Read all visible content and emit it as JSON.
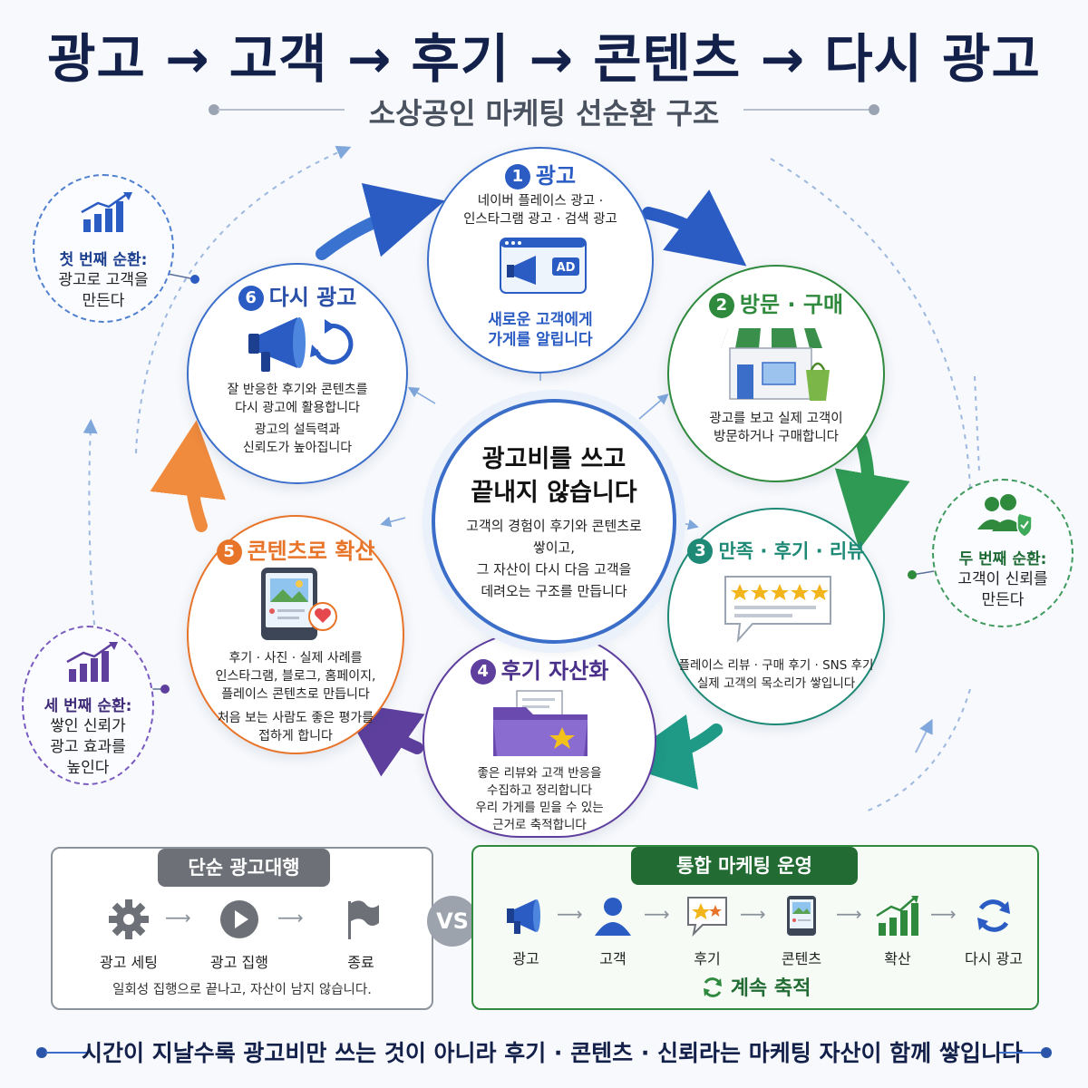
{
  "title": "광고 → 고객 → 후기 → 콘텐츠 → 다시 광고",
  "subtitle": "소상공인 마케팅 선순환 구조",
  "colors": {
    "navy": "#13204a",
    "blue": "#2a5cc4",
    "green": "#2f8a3e",
    "teal": "#1e8a76",
    "purple": "#5e3f9e",
    "orange": "#e8742a"
  },
  "center": {
    "title_line1": "광고비를 쓰고",
    "title_line2": "끝내지 않습니다",
    "desc_line1": "고객의 경험이 후기와 콘텐츠로",
    "desc_line2": "쌓이고,",
    "desc_line3": "그 자산이 다시 다음 고객을",
    "desc_line4": "데려오는 구조를 만듭니다"
  },
  "steps": [
    {
      "num": "1",
      "title": "광고",
      "desc_line1": "네이버 플레이스 광고 ·",
      "desc_line2": "인스타그램 광고 · 검색 광고",
      "tag_line1": "새로운 고객에게",
      "tag_line2": "가게를 알립니다",
      "icon": "ad-megaphone-icon",
      "icon_text": "AD"
    },
    {
      "num": "2",
      "title": "방문 · 구매",
      "desc_line1": "광고를 보고 실제 고객이",
      "desc_line2": "방문하거나 구매합니다",
      "icon": "store-icon"
    },
    {
      "num": "3",
      "title": "만족 · 후기 · 리뷰",
      "desc_line1": "플레이스 리뷰 · 구매 후기 · SNS 후기",
      "desc_line2": "실제 고객의 목소리가 쌓입니다",
      "icon": "review-stars-icon"
    },
    {
      "num": "4",
      "title": "후기 자산화",
      "desc_line1": "좋은 리뷰와 고객 반응을",
      "desc_line2": "수집하고 정리합니다",
      "desc_line3": "우리 가게를 믿을 수 있는",
      "desc_line4": "근거로 축적합니다",
      "icon": "folder-star-icon"
    },
    {
      "num": "5",
      "title": "콘텐츠로 확산",
      "desc_line1": "후기 · 사진 · 실제 사례를",
      "desc_line2": "인스타그램, 블로그, 홈페이지,",
      "desc_line3": "플레이스 콘텐츠로 만듭니다",
      "desc_line4": "처음 보는 사람도 좋은 평가를",
      "desc_line5": "접하게 합니다",
      "icon": "tablet-heart-icon"
    },
    {
      "num": "6",
      "title": "다시 광고",
      "desc_line1": "잘 반응한 후기와 콘텐츠를",
      "desc_line2": "다시 광고에 활용합니다",
      "desc_line3": "광고의 설득력과",
      "desc_line4": "신뢰도가 높아집니다",
      "icon": "megaphone-refresh-icon"
    }
  ],
  "cycles": [
    {
      "title": "첫 번째 순환:",
      "body_line1": "광고로 고객을",
      "body_line2": "만든다",
      "icon": "bar-chart-up-icon"
    },
    {
      "title": "두 번째 순환:",
      "body_line1": "고객이 신뢰를",
      "body_line2": "만든다",
      "icon": "users-shield-icon"
    },
    {
      "title": "세 번째 순환:",
      "body_line1": "쌓인 신뢰가",
      "body_line2": "광고 효과를",
      "body_line3": "높인다",
      "icon": "bar-chart-up-icon"
    }
  ],
  "simple": {
    "header": "단순 광고대행",
    "steps": [
      {
        "label": "광고 세팅",
        "icon": "gear-icon"
      },
      {
        "label": "광고 집행",
        "icon": "play-icon"
      },
      {
        "label": "종료",
        "icon": "flag-icon"
      }
    ],
    "note": "일회성 집행으로 끝나고, 자산이 남지 않습니다."
  },
  "vs": "VS",
  "integrated": {
    "header": "통합 마케팅 운영",
    "steps": [
      {
        "label": "광고",
        "icon": "megaphone-icon"
      },
      {
        "label": "고객",
        "icon": "person-icon"
      },
      {
        "label": "후기",
        "icon": "review-bubble-icon"
      },
      {
        "label": "콘텐츠",
        "icon": "tablet-icon"
      },
      {
        "label": "확산",
        "icon": "growth-chart-icon"
      },
      {
        "label": "다시 광고",
        "icon": "refresh-icon"
      }
    ],
    "accumulate": "계속 축적"
  },
  "footer": "시간이 지날수록 광고비만 쓰는 것이 아니라 후기 · 콘텐츠 · 신뢰라는 마케팅 자산이 함께 쌓입니다"
}
